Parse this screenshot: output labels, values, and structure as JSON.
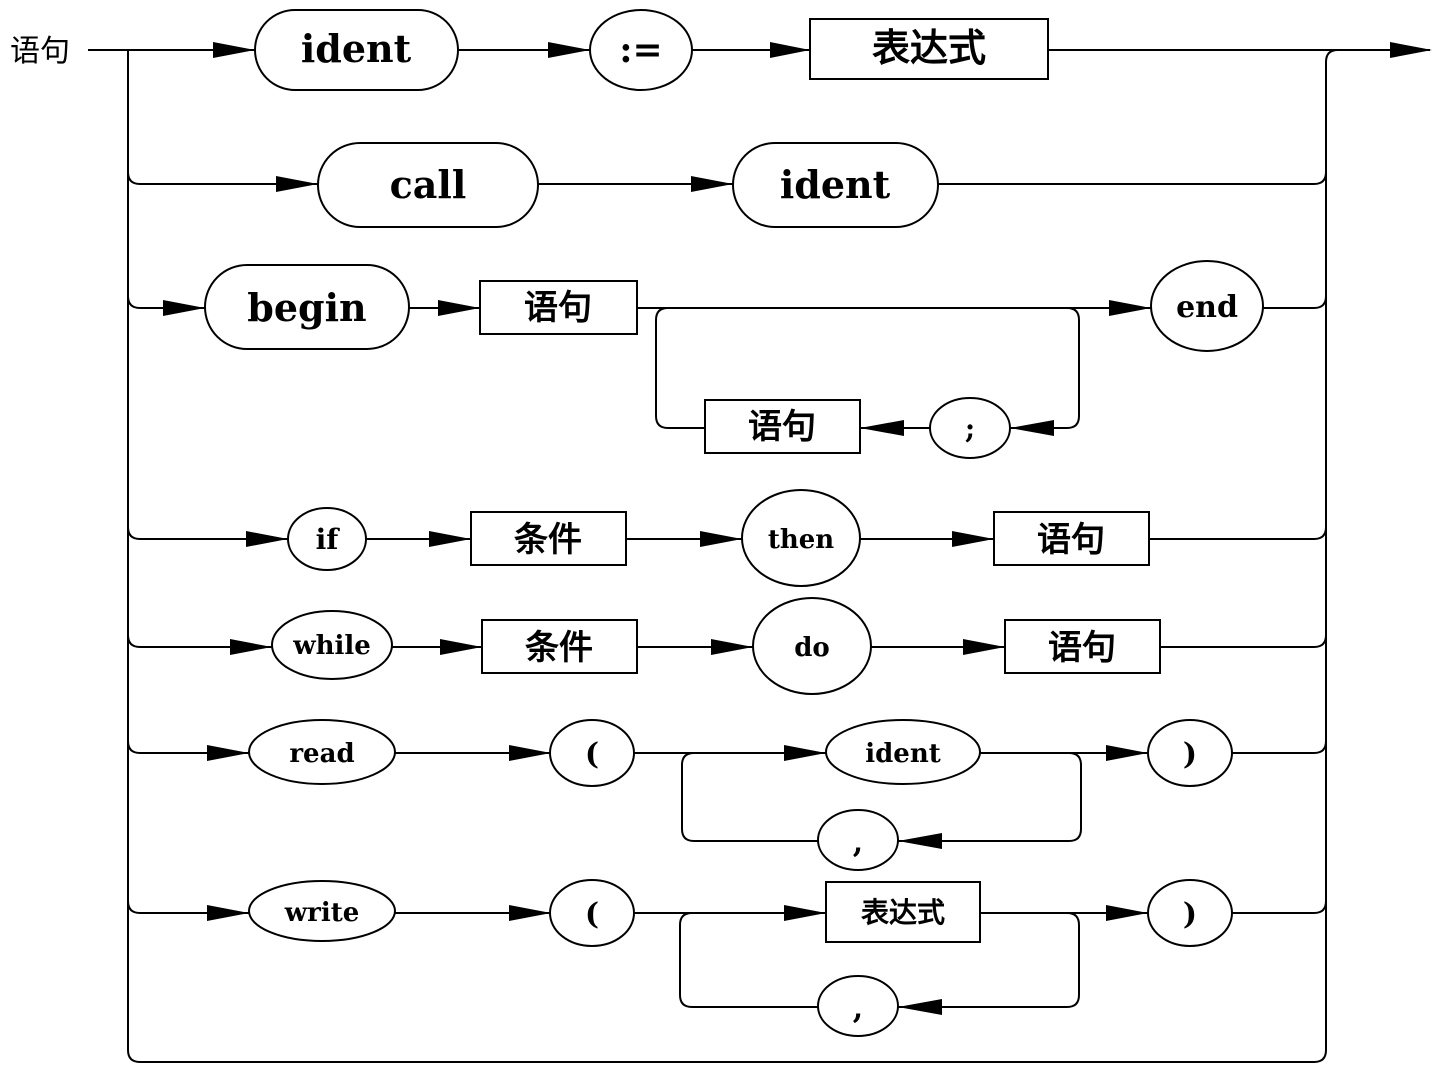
{
  "diagram": {
    "start_label": "语句",
    "assign": {
      "ident": "ident",
      "op": ":=",
      "expr": "表达式"
    },
    "call": {
      "kw": "call",
      "ident": "ident"
    },
    "begin": {
      "kw": "begin",
      "stmt": "语句",
      "loop_stmt": "语句",
      "semicolon": ";",
      "end_kw": "end"
    },
    "if": {
      "kw": "if",
      "cond": "条件",
      "then_kw": "then",
      "stmt": "语句"
    },
    "while": {
      "kw": "while",
      "cond": "条件",
      "do_kw": "do",
      "stmt": "语句"
    },
    "read": {
      "kw": "read",
      "lparen": "(",
      "ident": "ident",
      "comma": ",",
      "rparen": ")"
    },
    "write": {
      "kw": "write",
      "lparen": "(",
      "expr": "表达式",
      "comma": ",",
      "rparen": ")"
    }
  }
}
